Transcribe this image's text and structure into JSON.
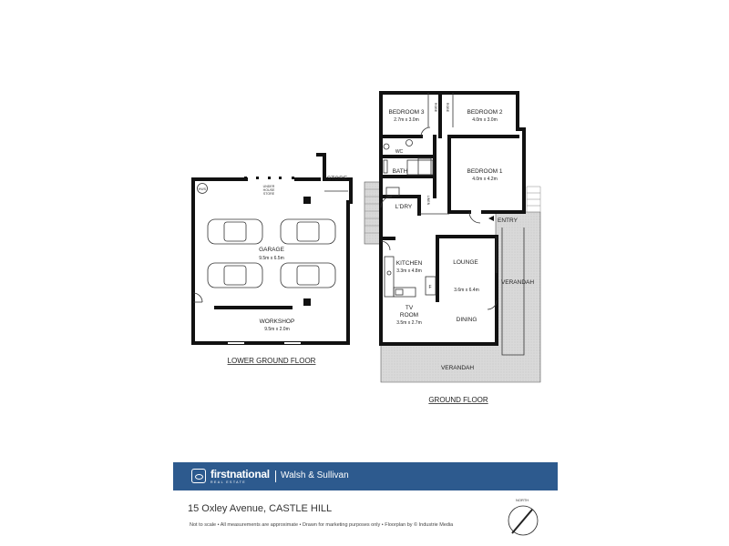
{
  "floors": {
    "lower_ground": {
      "title": "LOWER GROUND FLOOR",
      "rooms": {
        "store": {
          "name": "STORE"
        },
        "garage": {
          "name": "GARAGE",
          "dims": "9.5m x 6.5m"
        },
        "workshop": {
          "name": "WORKSHOP",
          "dims": "9.5m x 2.0m"
        },
        "under_house_store": {
          "line1": "UNDER",
          "line2": "HOUSE",
          "line3": "STORE"
        },
        "hws": {
          "name": "HWS"
        }
      }
    },
    "ground": {
      "title": "GROUND FLOOR",
      "rooms": {
        "bedroom3": {
          "name": "BEDROOM 3",
          "dims": "2.7m x 3.0m"
        },
        "bedroom2": {
          "name": "BEDROOM 2",
          "dims": "4.0m x 3.0m"
        },
        "bedroom1": {
          "name": "BEDROOM 1",
          "dims": "4.0m x 4.2m"
        },
        "robe": {
          "name": "ROBE"
        },
        "wc": {
          "name": "WC"
        },
        "bath": {
          "name": "BATH"
        },
        "ldry": {
          "name": "L'DRY"
        },
        "linen": {
          "name": "LINEN"
        },
        "entry": {
          "name": "ENTRY"
        },
        "kitchen": {
          "name": "KITCHEN",
          "dims": "3.3m x 4.8m"
        },
        "fridge": {
          "name": "F"
        },
        "lounge": {
          "name": "LOUNGE",
          "dims": "3.6m x 6.4m"
        },
        "dining": {
          "name": "DINING"
        },
        "tv_room": {
          "line1": "TV",
          "line2": "ROOM",
          "dims": "3.5m x 2.7m"
        },
        "verandah_side": {
          "name": "VERANDAH"
        },
        "verandah_bottom": {
          "name": "VERANDAH"
        }
      }
    }
  },
  "brand": {
    "name": "firstnational",
    "sub": "REAL ESTATE",
    "agent": "Walsh & Sullivan",
    "color": "#2d5a8e"
  },
  "address": "15 Oxley Avenue, CASTLE HILL",
  "disclaimer": "Not to scale  •  All measurements are approximate  •  Drawn for marketing purposes only  •  Floorplan by © Industrie Media",
  "compass": {
    "label": "NORTH"
  }
}
